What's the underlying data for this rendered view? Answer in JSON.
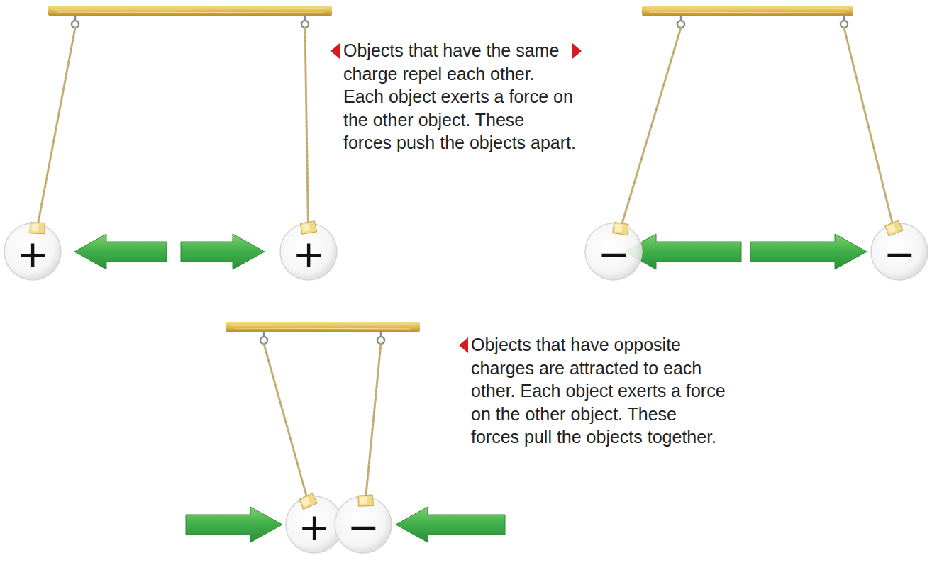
{
  "diagram": {
    "nodes": [
      {
        "text": [
          "+"
        ]
      },
      {
        "text": [
          "+"
        ]
      },
      {
        "text": [
          "−"
        ]
      },
      {
        "text": [
          "−"
        ]
      },
      {
        "text": [
          "+"
        ]
      },
      {
        "text": [
          "−"
        ]
      }
    ],
    "labels": [
      "Objects that have the same charge repel each other. Each object exerts a force on the other object. These forces push the objects apart.",
      "Objects that have opposite charges are attracted to each other. Each object exerts a force on the other object. These forces pull the objects together."
    ]
  }
}
